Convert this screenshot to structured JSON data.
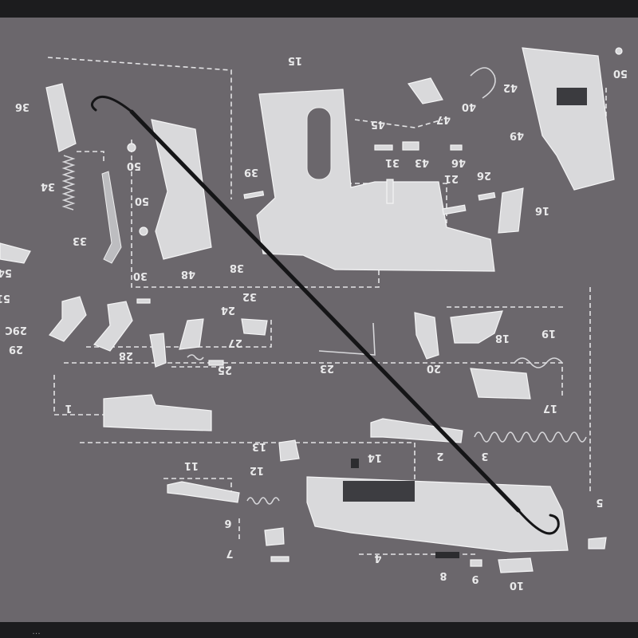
{
  "colors": {
    "mat_background": "#6b676c",
    "border": "#1c1c1e",
    "diagram_parts": "#d9d9db",
    "label_text": "#e9e9ea",
    "pick_tool": "#151517"
  },
  "callout_labels": [
    "15",
    "50",
    "42",
    "40",
    "36",
    "45",
    "47",
    "49",
    "34",
    "50",
    "39",
    "31",
    "43",
    "46",
    "21",
    "26",
    "50",
    "16",
    "33",
    "54",
    "48",
    "38",
    "30",
    "29C",
    "32",
    "24",
    "51",
    "29",
    "28",
    "27",
    "25",
    "23",
    "20",
    "18",
    "19",
    "17",
    "1",
    "13",
    "14",
    "2",
    "3",
    "12",
    "11",
    "6",
    "7",
    "4",
    "8",
    "9",
    "10",
    "5"
  ],
  "overlay": {
    "tool_description": "double-ended pick tool",
    "tool_icon": "pick-tool-icon"
  },
  "bottom_strip_text": "…"
}
